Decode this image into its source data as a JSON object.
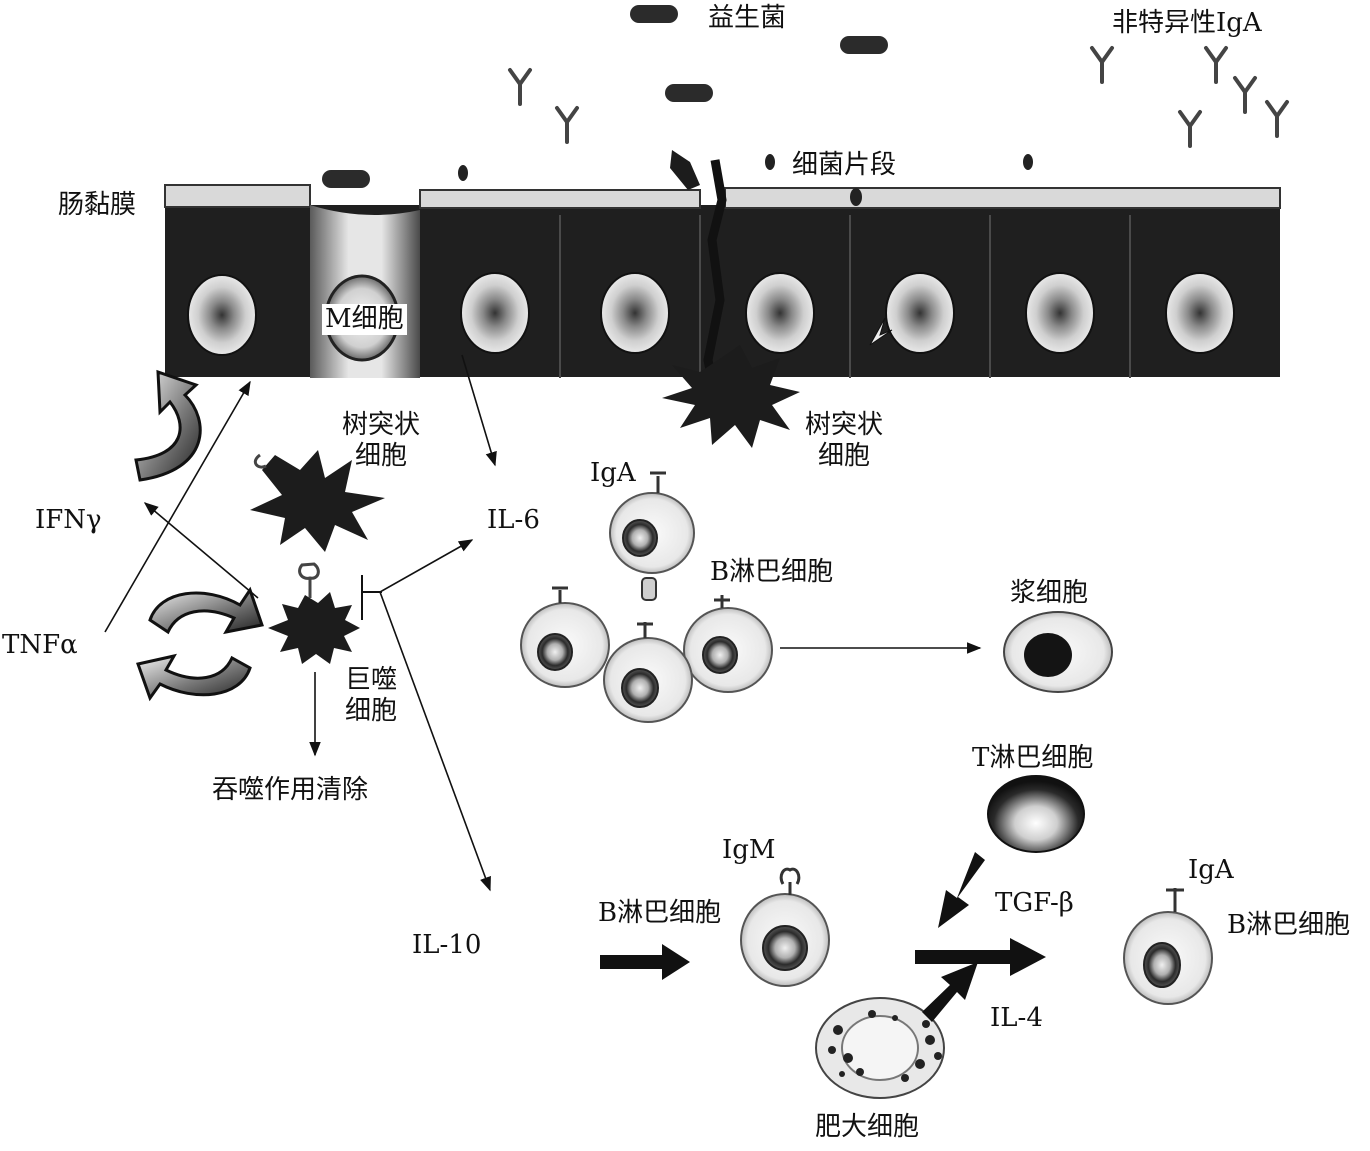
{
  "labels": {
    "probiotics": "益生菌",
    "nonspecific_iga": "非特异性IgA",
    "bacterial_fragments": "细菌片段",
    "intestinal_mucosa": "肠黏膜",
    "m_cell": "M细胞",
    "dendritic_cell_left": [
      "树突状",
      "细胞"
    ],
    "dendritic_cell_right": [
      "树突状",
      "细胞"
    ],
    "ifn_gamma": "IFNγ",
    "tnf_alpha": "TNFα",
    "macrophage": [
      "巨噬",
      "细胞"
    ],
    "phagocytic_clearance": "吞噬作用清除",
    "il6": "IL-6",
    "il10": "IL-10",
    "iga_top": "IgA",
    "b_lymphocyte_top": "B淋巴细胞",
    "plasma_cell": "浆细胞",
    "t_lymphocyte": "T淋巴细胞",
    "igm": "IgM",
    "b_lymphocyte_bottom_left": "B淋巴细胞",
    "tgf_beta": "TGF-β",
    "iga_bottom": "IgA",
    "b_lymphocyte_bottom_right": "B淋巴细胞",
    "il4": "IL-4",
    "mast_cell": "肥大细胞"
  },
  "colors": {
    "ink": "#111111",
    "cell_dark": "#1c1c1c",
    "mucosa_band": "#d9d9d9",
    "cell_fill": "#f2f2f2"
  }
}
